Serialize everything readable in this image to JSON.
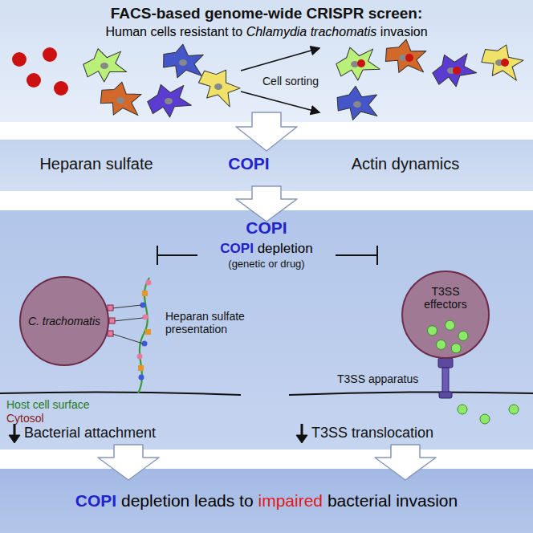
{
  "diagram": {
    "title": "FACS-based genome-wide CRISPR screen:",
    "nodes": [
      {
        "text": [
          "C. trachomatis"
        ]
      },
      {
        "text": [
          "T3SS effectors"
        ]
      }
    ],
    "labels": [
      "Human cells resistant to",
      "Chlamydia trachomatis",
      "invasion",
      "Cell sorting",
      "Heparan sulfate",
      "COPI",
      "Actin dynamics",
      "COPI",
      "COPI",
      "depletion",
      "(genetic or drug)",
      "Heparan sulfate presentation",
      "Host cell surface",
      "Cytosol",
      "Bacterial attachment",
      "T3SS apparatus",
      "T3SS translocation",
      "COPI",
      "depletion leads to",
      "impaired",
      "bacterial invasion"
    ]
  }
}
